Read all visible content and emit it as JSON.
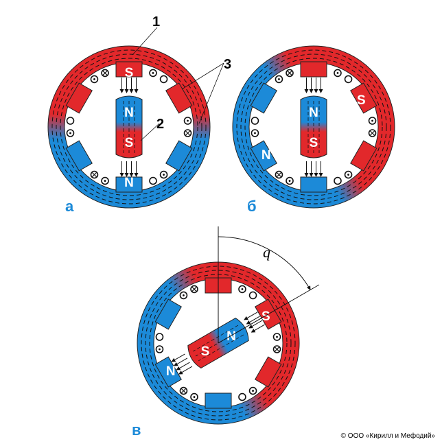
{
  "colors": {
    "red": "#e2282b",
    "blue": "#1c8ad8",
    "label_blue": "#1c8ad8"
  },
  "callouts": {
    "one": "1",
    "two": "2",
    "three": "3"
  },
  "diagrams": [
    {
      "letter": "а",
      "rotor_n": "N",
      "rotor_s": "S",
      "stator_s": "S",
      "stator_n": "N"
    },
    {
      "letter": "б",
      "rotor_n": "N",
      "rotor_s": "S",
      "stator_s": "S",
      "stator_n": "N"
    },
    {
      "letter": "в",
      "rotor_n": "N",
      "rotor_s": "S",
      "stator_s": "S",
      "stator_n": "N"
    }
  ],
  "angle_label": "q",
  "copyright": "© ООО «Кирилл и Мефодий»"
}
